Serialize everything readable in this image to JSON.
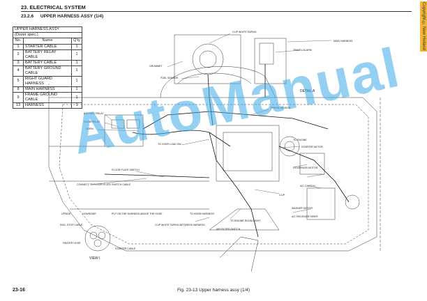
{
  "header": {
    "chapter": "23. ELECTRICAL SYSTEM",
    "section_no": "23.2.6",
    "section_title": "UPPER HARNESS ASSY (1/4)"
  },
  "side_tab": "Copyright © New Holland",
  "parts_table": {
    "title": "UPPER HARNESS ASSY",
    "subtitle": "(Dozer spec.)",
    "columns": [
      "No.",
      "Name",
      "Q'ty"
    ],
    "rows": [
      {
        "no": "1",
        "name": "STARTER CABLE",
        "qty": "1"
      },
      {
        "no": "2",
        "name": "BATTERY RELAY CABLE",
        "qty": "1"
      },
      {
        "no": "3",
        "name": "BATTERY CABLE",
        "qty": "1"
      },
      {
        "no": "4",
        "name": "BATTERY GROUND CABLE",
        "qty": "1"
      },
      {
        "no": "5",
        "name": "RIGHT GUARD HARNESS",
        "qty": "1"
      },
      {
        "no": "8",
        "name": "MAIN HARNESS",
        "qty": "1"
      },
      {
        "no": "9",
        "name": "FRAME GROUND CABLE",
        "qty": "1"
      },
      {
        "no": "13",
        "name": "HARNESS",
        "qty": "1"
      }
    ]
  },
  "labels": {
    "clip_white_taping": "CLIP WHITE TAPING",
    "grommet": "GROMMET",
    "fuel_sensor": "FUEL SENSOR",
    "travel_alarm": "TRAVEL ALARM",
    "main_harness": "MAIN HARNESS",
    "detail_a": "DETAIL A",
    "press_sensor": "PRESS SENSOR",
    "battery_relay": "BATTERY RELAY",
    "glow_relay": "GLOW RELAY",
    "horn": "HORN",
    "to_over_load_sw": "TO OVER LOAD SW",
    "floor_plate_switch": "FLOOR PLATE SWITCH",
    "connect_floor_plate": "CONNECT TO FLOOR PLATE SWITCH CABLE",
    "starter_motor": "STARTER MOTOR",
    "governor_motor": "GOVERNOR MOTOR",
    "clip": "CLIP",
    "a_c_clutch": "A/C CLUTCH",
    "to_engine": "TO ENGINE",
    "upside": "UPSIDE",
    "downside": "DOWNSIDE",
    "put_on_harness": "PUT ON THE HARNESS ABOVE THE HOSE",
    "to_horn_harness": "TO HORN HARNESS",
    "to_engine_room_light": "TO ENGINE ROOM LIGHT",
    "eng_stop_cable": "ENG. STOP CABLE",
    "heater_hose": "HEATER HOSE",
    "starter_cable": "STARTER CABLE",
    "view_i": "VIEW I",
    "washer_motor": "WASHER MOTOR",
    "receiver_drier": "A/C RECEIVER DRIER",
    "air_filter_switch": "AIR FILTER SWITCH",
    "clip_taping_harness": "CLIP WHITE TAPING BETWEEN HARNESS"
  },
  "watermark": "AutoManual",
  "footer": {
    "page": "23-16",
    "figure": "Fig. 23-13 Upper harness assy (1/4)"
  }
}
